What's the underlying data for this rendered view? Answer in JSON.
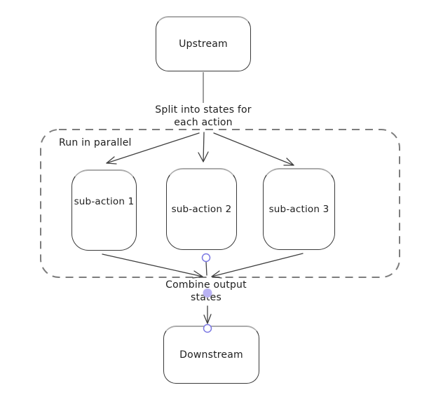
{
  "nodes": {
    "upstream": {
      "label": "Upstream"
    },
    "sub1": {
      "label": "sub-action 1"
    },
    "sub2": {
      "label": "sub-action 2"
    },
    "sub3": {
      "label": "sub-action 3"
    },
    "downstream": {
      "label": "Downstream"
    }
  },
  "group": {
    "label": "Run in parallel"
  },
  "annotations": {
    "split": {
      "line1": "Split into states for",
      "line2": "each action"
    },
    "combine": {
      "line1": "Combine output",
      "line2": "states"
    }
  },
  "colors": {
    "canvas_background": "#ffffff",
    "node_border": "#3a3a3a",
    "node_border_top": "#ababab",
    "arrow_stroke": "#3f3f3f",
    "plain_connector": "#9e9e9e",
    "group_dashed_border": "#7d7d7d",
    "selection_handle_stroke": "#7b78e3",
    "selection_handle_fill": "#b9b2f3",
    "text": "#1e1e1e"
  }
}
